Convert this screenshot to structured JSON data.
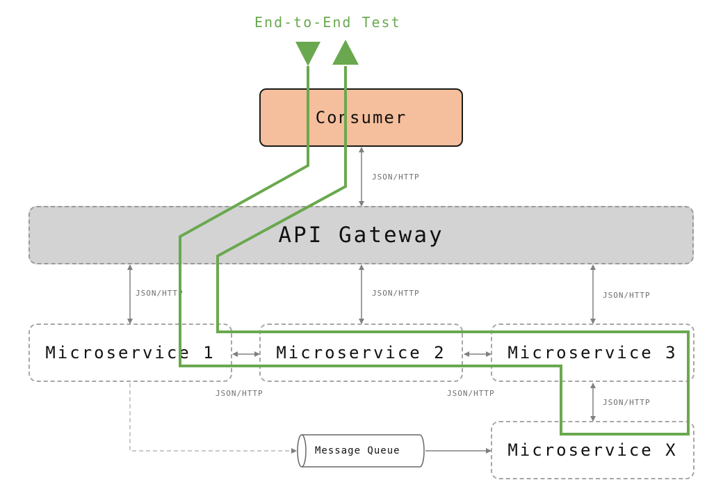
{
  "title": "End-to-End Test",
  "nodes": {
    "consumer": "Consumer",
    "gateway": "API Gateway",
    "ms1": "Microservice 1",
    "ms2": "Microservice 2",
    "ms3": "Microservice 3",
    "msx": "Microservice X",
    "queue": "Message Queue"
  },
  "protocol_label": "JSON/HTTP",
  "colors": {
    "test_path": "#6aa84f",
    "consumer_fill": "#f5be9c",
    "gateway_fill": "#d3d3d3",
    "connector": "#808080"
  }
}
